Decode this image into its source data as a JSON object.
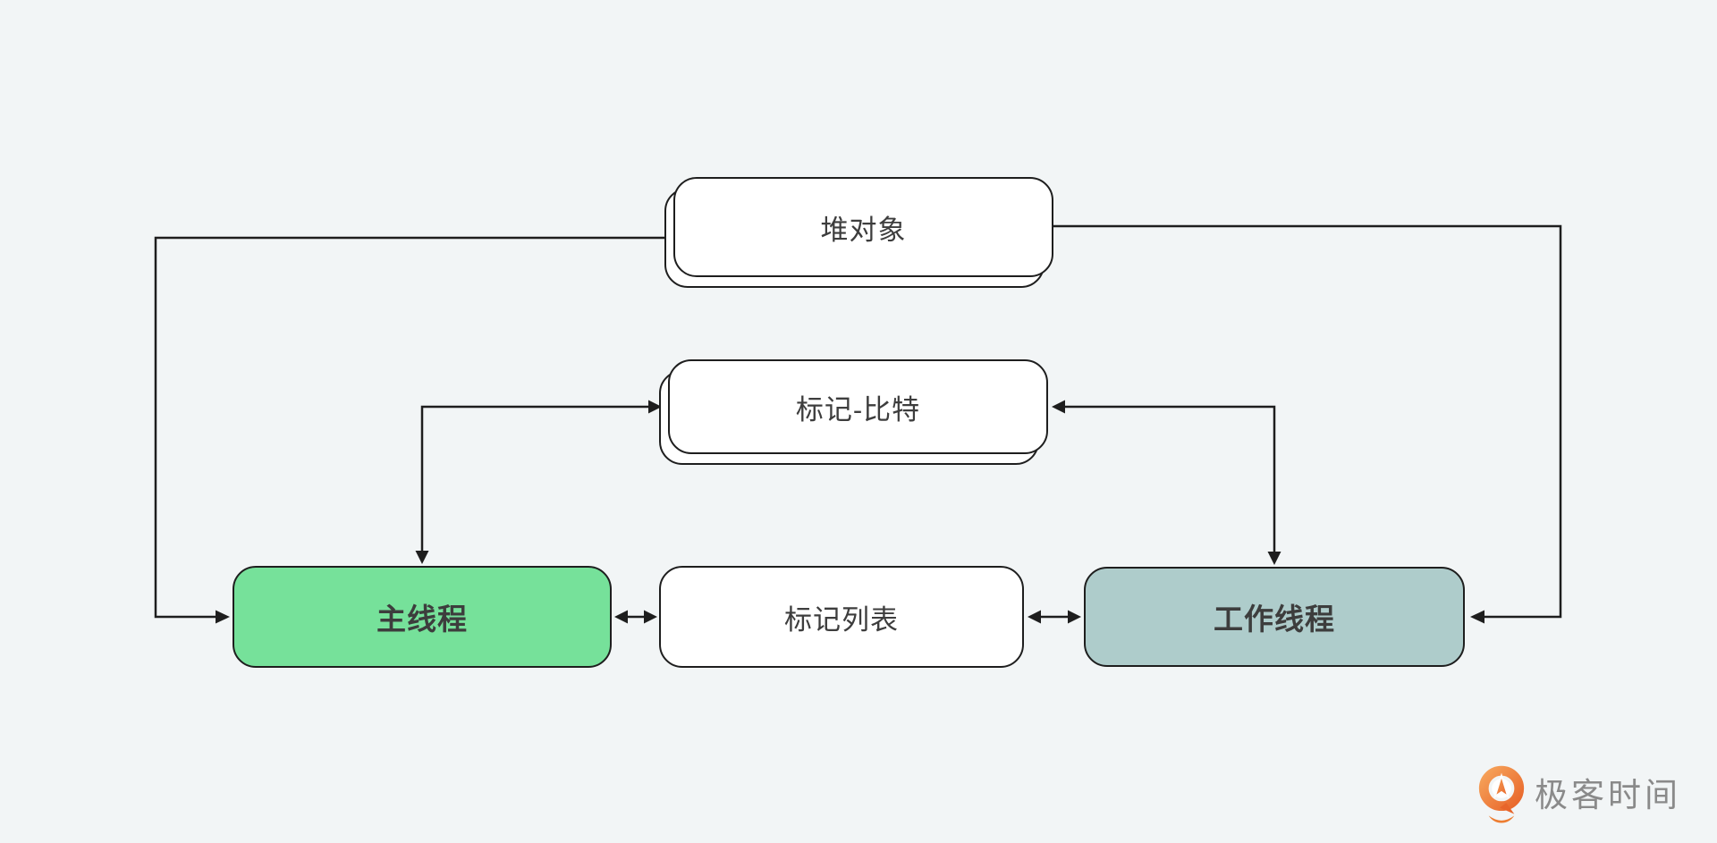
{
  "diagram": {
    "title_hint": "garbage-collection-threads-diagram",
    "nodes": {
      "heap": {
        "label": "堆对象",
        "style": "stacked-white"
      },
      "mark_bit": {
        "label": "标记-比特",
        "style": "stacked-white"
      },
      "main_thread": {
        "label": "主线程",
        "style": "green"
      },
      "mark_list": {
        "label": "标记列表",
        "style": "white"
      },
      "worker_thread": {
        "label": "工作线程",
        "style": "teal"
      }
    },
    "connections": [
      {
        "from": "heap",
        "to": "main_thread",
        "route": "left-edge-down",
        "arrows": "to"
      },
      {
        "from": "heap",
        "to": "worker_thread",
        "route": "right-edge-down",
        "arrows": "to"
      },
      {
        "from": "main_thread",
        "to": "mark_bit",
        "route": "up-then-right",
        "arrows": "both"
      },
      {
        "from": "worker_thread",
        "to": "mark_bit",
        "route": "up-then-left",
        "arrows": "both"
      },
      {
        "from": "main_thread",
        "to": "mark_list",
        "route": "horizontal",
        "arrows": "both"
      },
      {
        "from": "mark_list",
        "to": "worker_thread",
        "route": "horizontal",
        "arrows": "both"
      }
    ],
    "colors": {
      "background": "#F2F5F6",
      "node_fill_default": "#FFFFFF",
      "main_thread_fill": "#76E19A",
      "worker_thread_fill": "#AECCCB",
      "border": "#1E1E1E",
      "connector": "#1E1E1E",
      "label_text": "#3D3D3D"
    }
  },
  "branding": {
    "logo_icon": "geektime-logo-icon",
    "logo_text": "极客时间",
    "logo_text_color": "#8A8A8A",
    "logo_mark_color_top": "#F6A35A",
    "logo_mark_color_bottom": "#E8652A"
  }
}
